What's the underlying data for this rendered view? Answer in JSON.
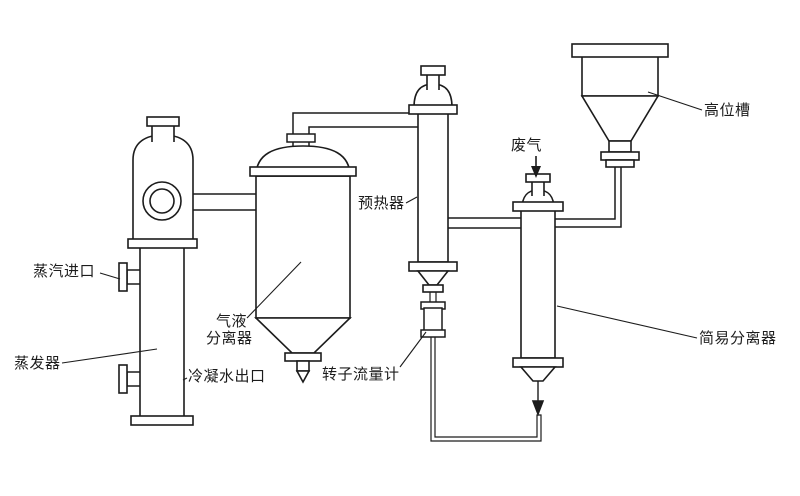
{
  "diagram": {
    "type": "process-flow-diagram",
    "background": "#ffffff",
    "line_color": "#1c1c1c",
    "labels": {
      "steam_inlet": "蒸汽进口",
      "evaporator": "蒸发器",
      "gas_liquid_separator_line1": "气液",
      "gas_liquid_separator_line2": "分离器",
      "condensate_outlet": "冷凝水出口",
      "preheater": "预热器",
      "rotameter": "转子流量计",
      "waste_gas": "废气",
      "simple_separator": "简易分离器",
      "head_tank": "高位槽"
    }
  }
}
